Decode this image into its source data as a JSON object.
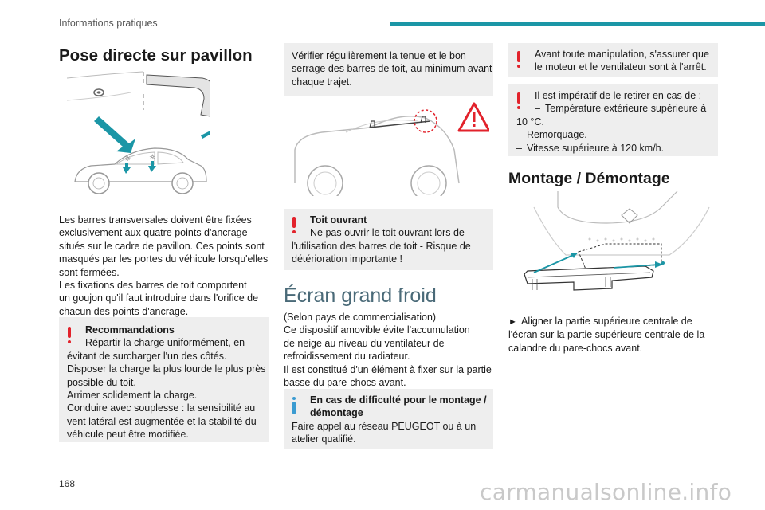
{
  "header": {
    "section_title": "Informations pratiques",
    "accent_color": "#1b96a6"
  },
  "page_number": "168",
  "watermark": "carmanualsonline.info",
  "col1": {
    "title": "Pose directe sur pavillon",
    "para_lines": [
      "Les barres transversales doivent être fixées",
      "exclusivement aux quatre points d'ancrage",
      "situés sur le cadre de pavillon. Ces points sont",
      "masqués par les portes du véhicule lorsqu'elles",
      "sont fermées.",
      "Les fixations des barres de toit comportent",
      "un goujon qu'il faut introduire dans l'orifice de",
      "chacun des points d'ancrage."
    ],
    "box_title": "Recommandations",
    "box_lines": [
      "Répartir la charge uniformément, en",
      "évitant de surcharger l'un des côtés.",
      "Disposer la charge la plus lourde le plus près",
      "possible du toit.",
      "Arrimer solidement la charge.",
      "Conduire avec souplesse : la sensibilité au",
      "vent latéral est augmentée et la stabilité du",
      "véhicule peut être modifiée."
    ]
  },
  "col2": {
    "box1_lines": [
      "Vérifier régulièrement la tenue et le bon",
      "serrage des barres de toit, au minimum avant",
      "chaque trajet."
    ],
    "box2_title": "Toit ouvrant",
    "box2_lines": [
      "Ne pas ouvrir le toit ouvrant lors de",
      "l'utilisation des barres de toit - Risque de",
      "détérioration importante !"
    ],
    "section_title": "Écran grand froid",
    "para_lines": [
      "(Selon pays de commercialisation)",
      "Ce dispositif amovible évite l'accumulation",
      "de neige au niveau du ventilateur de",
      "refroidissement du radiateur.",
      "Il est constitué d'un élément à fixer sur la partie",
      "basse du pare-chocs avant."
    ],
    "info_title_lines": [
      "En cas de difficulté pour le montage /",
      "démontage"
    ],
    "info_lines": [
      "Faire appel au réseau PEUGEOT ou à un",
      "atelier qualifié."
    ]
  },
  "col3": {
    "box1_lines": [
      "Avant toute manipulation, s'assurer que",
      "le moteur et le ventilateur sont à l'arrêt."
    ],
    "box2_line1": "Il est impératif de le retirer en cas de :",
    "box2_dash_line": "Température extérieure supérieure à",
    "box2_lines": [
      "10 °C.",
      "Remorquage.",
      "Vitesse supérieure à 120 km/h."
    ],
    "section_title": "Montage / Démontage",
    "step_lines": [
      "Aligner la partie supérieure centrale de",
      "l'écran sur la partie supérieure centrale de la",
      "calandre du pare-chocs avant."
    ]
  },
  "colors": {
    "warning": "#e2222b",
    "info": "#3a9bd1",
    "box_bg": "#eeeeee",
    "teal": "#1b96a6"
  }
}
